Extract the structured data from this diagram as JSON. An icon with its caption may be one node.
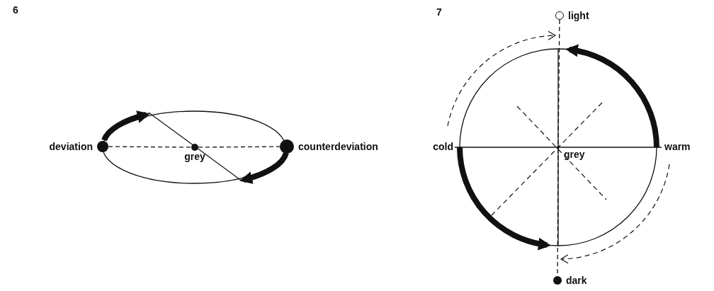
{
  "diagram": {
    "nodes": [
      {
        "text": [
          "deviation"
        ]
      },
      {
        "text": [
          "grey"
        ]
      },
      {
        "text": [
          "counterdeviation"
        ]
      },
      {
        "text": [
          "light"
        ]
      },
      {
        "text": [
          "cold"
        ]
      },
      {
        "text": [
          "grey"
        ]
      },
      {
        "text": [
          "warm"
        ]
      },
      {
        "text": [
          "dark"
        ]
      }
    ],
    "edges": [
      {
        "from": 0,
        "to": 1,
        "arrow": "none",
        "style": "dashed"
      },
      {
        "from": 1,
        "to": 2,
        "arrow": "none",
        "style": "dashed"
      },
      {
        "from": 3,
        "to": 5,
        "arrow": "none",
        "style": "dashed"
      },
      {
        "from": 5,
        "to": 7,
        "arrow": "none",
        "style": "dashed"
      },
      {
        "from": 4,
        "to": 5,
        "arrow": "none"
      },
      {
        "from": 5,
        "to": 6,
        "arrow": "none"
      },
      {
        "from": 0,
        "to": null,
        "arrow": "to",
        "style": "thick"
      },
      {
        "from": 2,
        "to": null,
        "arrow": "to",
        "style": "thick"
      },
      {
        "from": 6,
        "to": 3,
        "arrow": "to",
        "style": "thick"
      },
      {
        "from": 4,
        "to": 7,
        "arrow": "to",
        "style": "thick"
      }
    ],
    "labels": [
      "6",
      "7"
    ]
  }
}
